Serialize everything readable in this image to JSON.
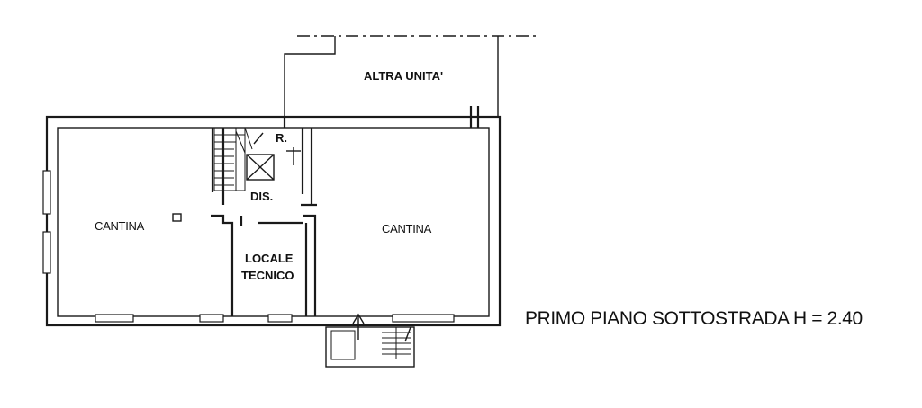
{
  "rooms": {
    "altra_unita": "ALTRA UNITA'",
    "cantina_left": "CANTINA",
    "cantina_right": "CANTINA",
    "ripostiglio": "R.",
    "disimpegno": "DIS.",
    "locale_line1": "LOCALE",
    "locale_line2": "TECNICO"
  },
  "caption": "PRIMO PIANO SOTTOSTRADA H = 2.40"
}
